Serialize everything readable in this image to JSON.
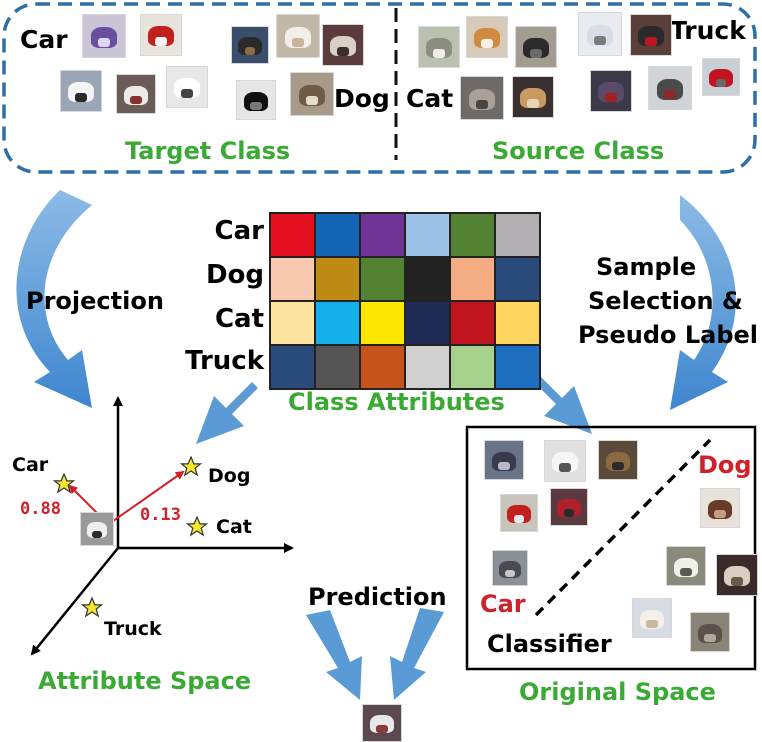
{
  "labels": {
    "target_class": "Target Class",
    "source_class": "Source Class",
    "class_attributes": "Class Attributes",
    "projection": "Projection",
    "sample_selection_line1": "Sample",
    "sample_selection_line2": "Selection &",
    "sample_selection_line3": "Pseudo Label",
    "attribute_space": "Attribute Space",
    "original_space": "Original Space",
    "prediction": "Prediction",
    "classifier": "Classifier"
  },
  "image_tags": {
    "car": "Car",
    "dog": "Dog",
    "cat": "Cat",
    "truck": "Truck"
  },
  "attribute_matrix": {
    "rows": [
      {
        "label": "Car",
        "colors": [
          "#e3101f",
          "#1266b5",
          "#6f3495",
          "#9bc2e6",
          "#548235",
          "#b3aeb1"
        ]
      },
      {
        "label": "Dog",
        "colors": [
          "#f8c9ae",
          "#bf8b14",
          "#548235",
          "#222222",
          "#f4ac82",
          "#2a4a7c"
        ]
      },
      {
        "label": "Cat",
        "colors": [
          "#fde3a0",
          "#14b0ec",
          "#fde700",
          "#1f2a55",
          "#c0141f",
          "#fed55e"
        ]
      },
      {
        "label": "Truck",
        "colors": [
          "#2a4a7c",
          "#555555",
          "#c5531a",
          "#d0d0d0",
          "#a8d08d",
          "#1f6fc1"
        ]
      }
    ]
  },
  "attribute_space": {
    "points": [
      {
        "label": "Car"
      },
      {
        "label": "Dog"
      },
      {
        "label": "Cat"
      },
      {
        "label": "Truck"
      }
    ],
    "distances": {
      "to_car": "0.88",
      "to_dog": "0.13"
    }
  },
  "original_space": {
    "car_label": "Car",
    "dog_label": "Dog"
  },
  "colors": {
    "green_text": "#3aaa35",
    "red_text": "#d0202a",
    "dashed_box": "#2d6fa6",
    "arrow_blue": "#5b9bd5",
    "star_fill": "#f5e52d"
  }
}
